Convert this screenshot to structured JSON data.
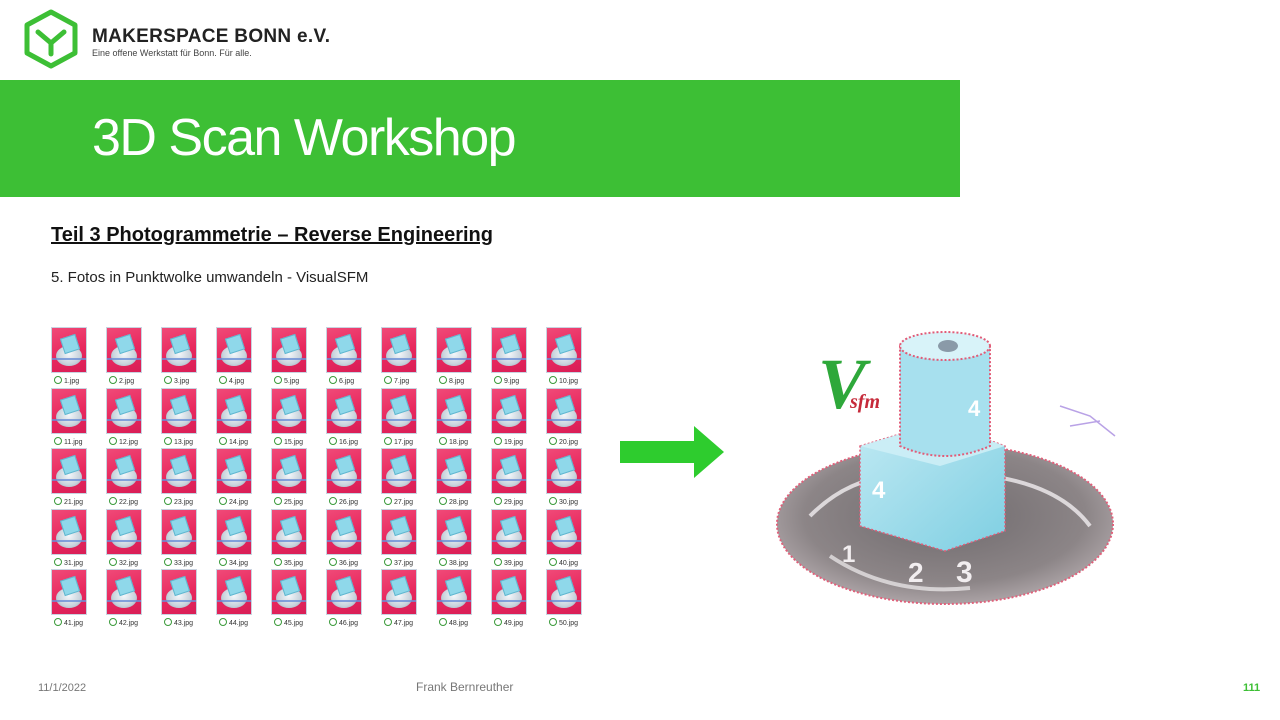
{
  "header": {
    "org_name": "MAKERSPACE BONN e.V.",
    "org_tagline": "Eine offene Werkstatt für Bonn. Für alle.",
    "logo_icon": "hexagon-m-logo-icon",
    "brand_color": "#3dbf35"
  },
  "slide": {
    "title": "3D Scan Workshop",
    "section_heading": "Teil 3  Photogrammetrie  – Reverse Engineering",
    "step_text": "5. Fotos in Punktwolke umwandeln - VisualSFM"
  },
  "thumbnails": [
    "1.jpg",
    "2.jpg",
    "3.jpg",
    "4.jpg",
    "5.jpg",
    "6.jpg",
    "7.jpg",
    "8.jpg",
    "9.jpg",
    "10.jpg",
    "11.jpg",
    "12.jpg",
    "13.jpg",
    "14.jpg",
    "15.jpg",
    "16.jpg",
    "17.jpg",
    "18.jpg",
    "19.jpg",
    "20.jpg",
    "21.jpg",
    "22.jpg",
    "23.jpg",
    "24.jpg",
    "25.jpg",
    "26.jpg",
    "27.jpg",
    "28.jpg",
    "29.jpg",
    "30.jpg",
    "31.jpg",
    "32.jpg",
    "33.jpg",
    "34.jpg",
    "35.jpg",
    "36.jpg",
    "37.jpg",
    "38.jpg",
    "39.jpg",
    "40.jpg",
    "41.jpg",
    "42.jpg",
    "43.jpg",
    "44.jpg",
    "45.jpg",
    "46.jpg",
    "47.jpg",
    "48.jpg",
    "49.jpg",
    "50.jpg"
  ],
  "arrow_icon": "right-arrow-icon",
  "result_image": {
    "logo_v": "V",
    "logo_sfm": "sfm",
    "digits": [
      "4",
      "4",
      "3",
      "2",
      "1"
    ]
  },
  "footer": {
    "date": "11/1/2022",
    "author": "Frank Bernreuther",
    "page_number": "111"
  }
}
